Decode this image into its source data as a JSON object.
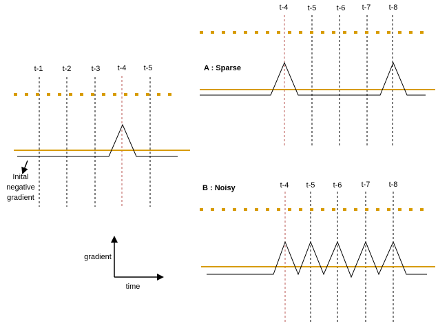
{
  "colors": {
    "threshold": "#d79b00",
    "highlight": "#b85450",
    "signal": "#000000",
    "background": "#ffffff"
  },
  "left_panel": {
    "ticks": [
      "t-1",
      "t-2",
      "t-3",
      "t-4",
      "t-5"
    ],
    "highlight_tick": "t-4",
    "annotation": [
      "Inital",
      "negative",
      "gradient"
    ]
  },
  "panel_a": {
    "title": "A : Sparse",
    "ticks": [
      "t-4",
      "t-5",
      "t-6",
      "t-7",
      "t-8"
    ],
    "highlight_tick": "t-4"
  },
  "panel_b": {
    "title": "B : Noisy",
    "ticks": [
      "t-4",
      "t-5",
      "t-6",
      "t-7",
      "t-8"
    ],
    "highlight_tick": "t-4"
  },
  "axes_legend": {
    "y_label": "gradient",
    "x_label": "time"
  }
}
